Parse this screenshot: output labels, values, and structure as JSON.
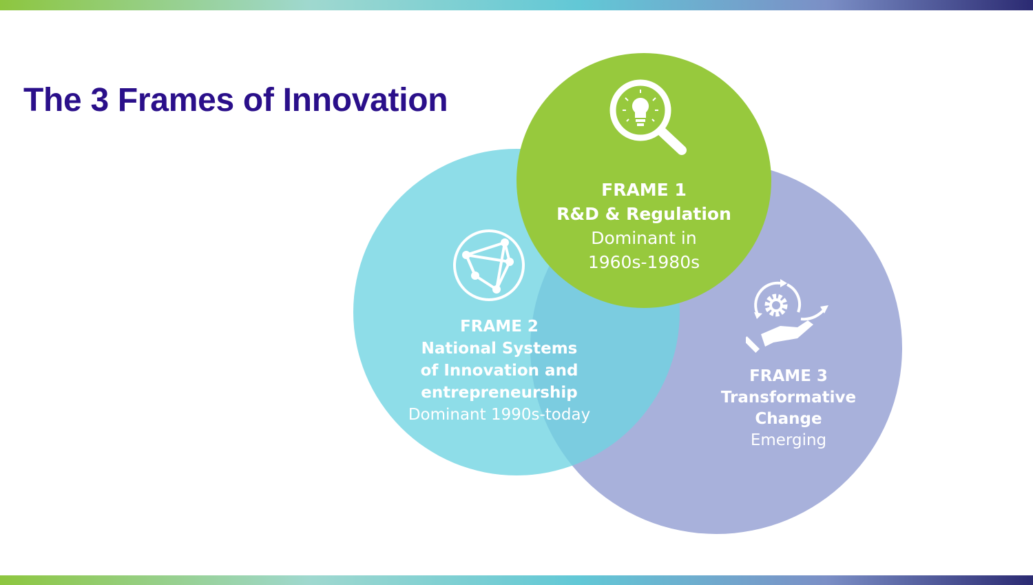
{
  "title": "The 3 Frames of Innovation",
  "frames": [
    {
      "heading": "FRAME 1",
      "name": "R&D & Regulation",
      "status_lines": [
        "Dominant in",
        "1960s-1980s"
      ],
      "icon": "lightbulb-magnifier-icon",
      "color": "#97c93d"
    },
    {
      "heading": "FRAME 2",
      "name_lines": [
        "National Systems",
        "of Innovation and",
        "entrepreneurship"
      ],
      "status": "Dominant 1990s-today",
      "icon": "globe-network-icon",
      "color": "#6ed4e2"
    },
    {
      "heading": "FRAME 3",
      "name_lines": [
        "Transformative",
        "Change"
      ],
      "status": "Emerging",
      "icon": "hand-gear-cycle-icon",
      "color": "#a8b1db"
    }
  ]
}
